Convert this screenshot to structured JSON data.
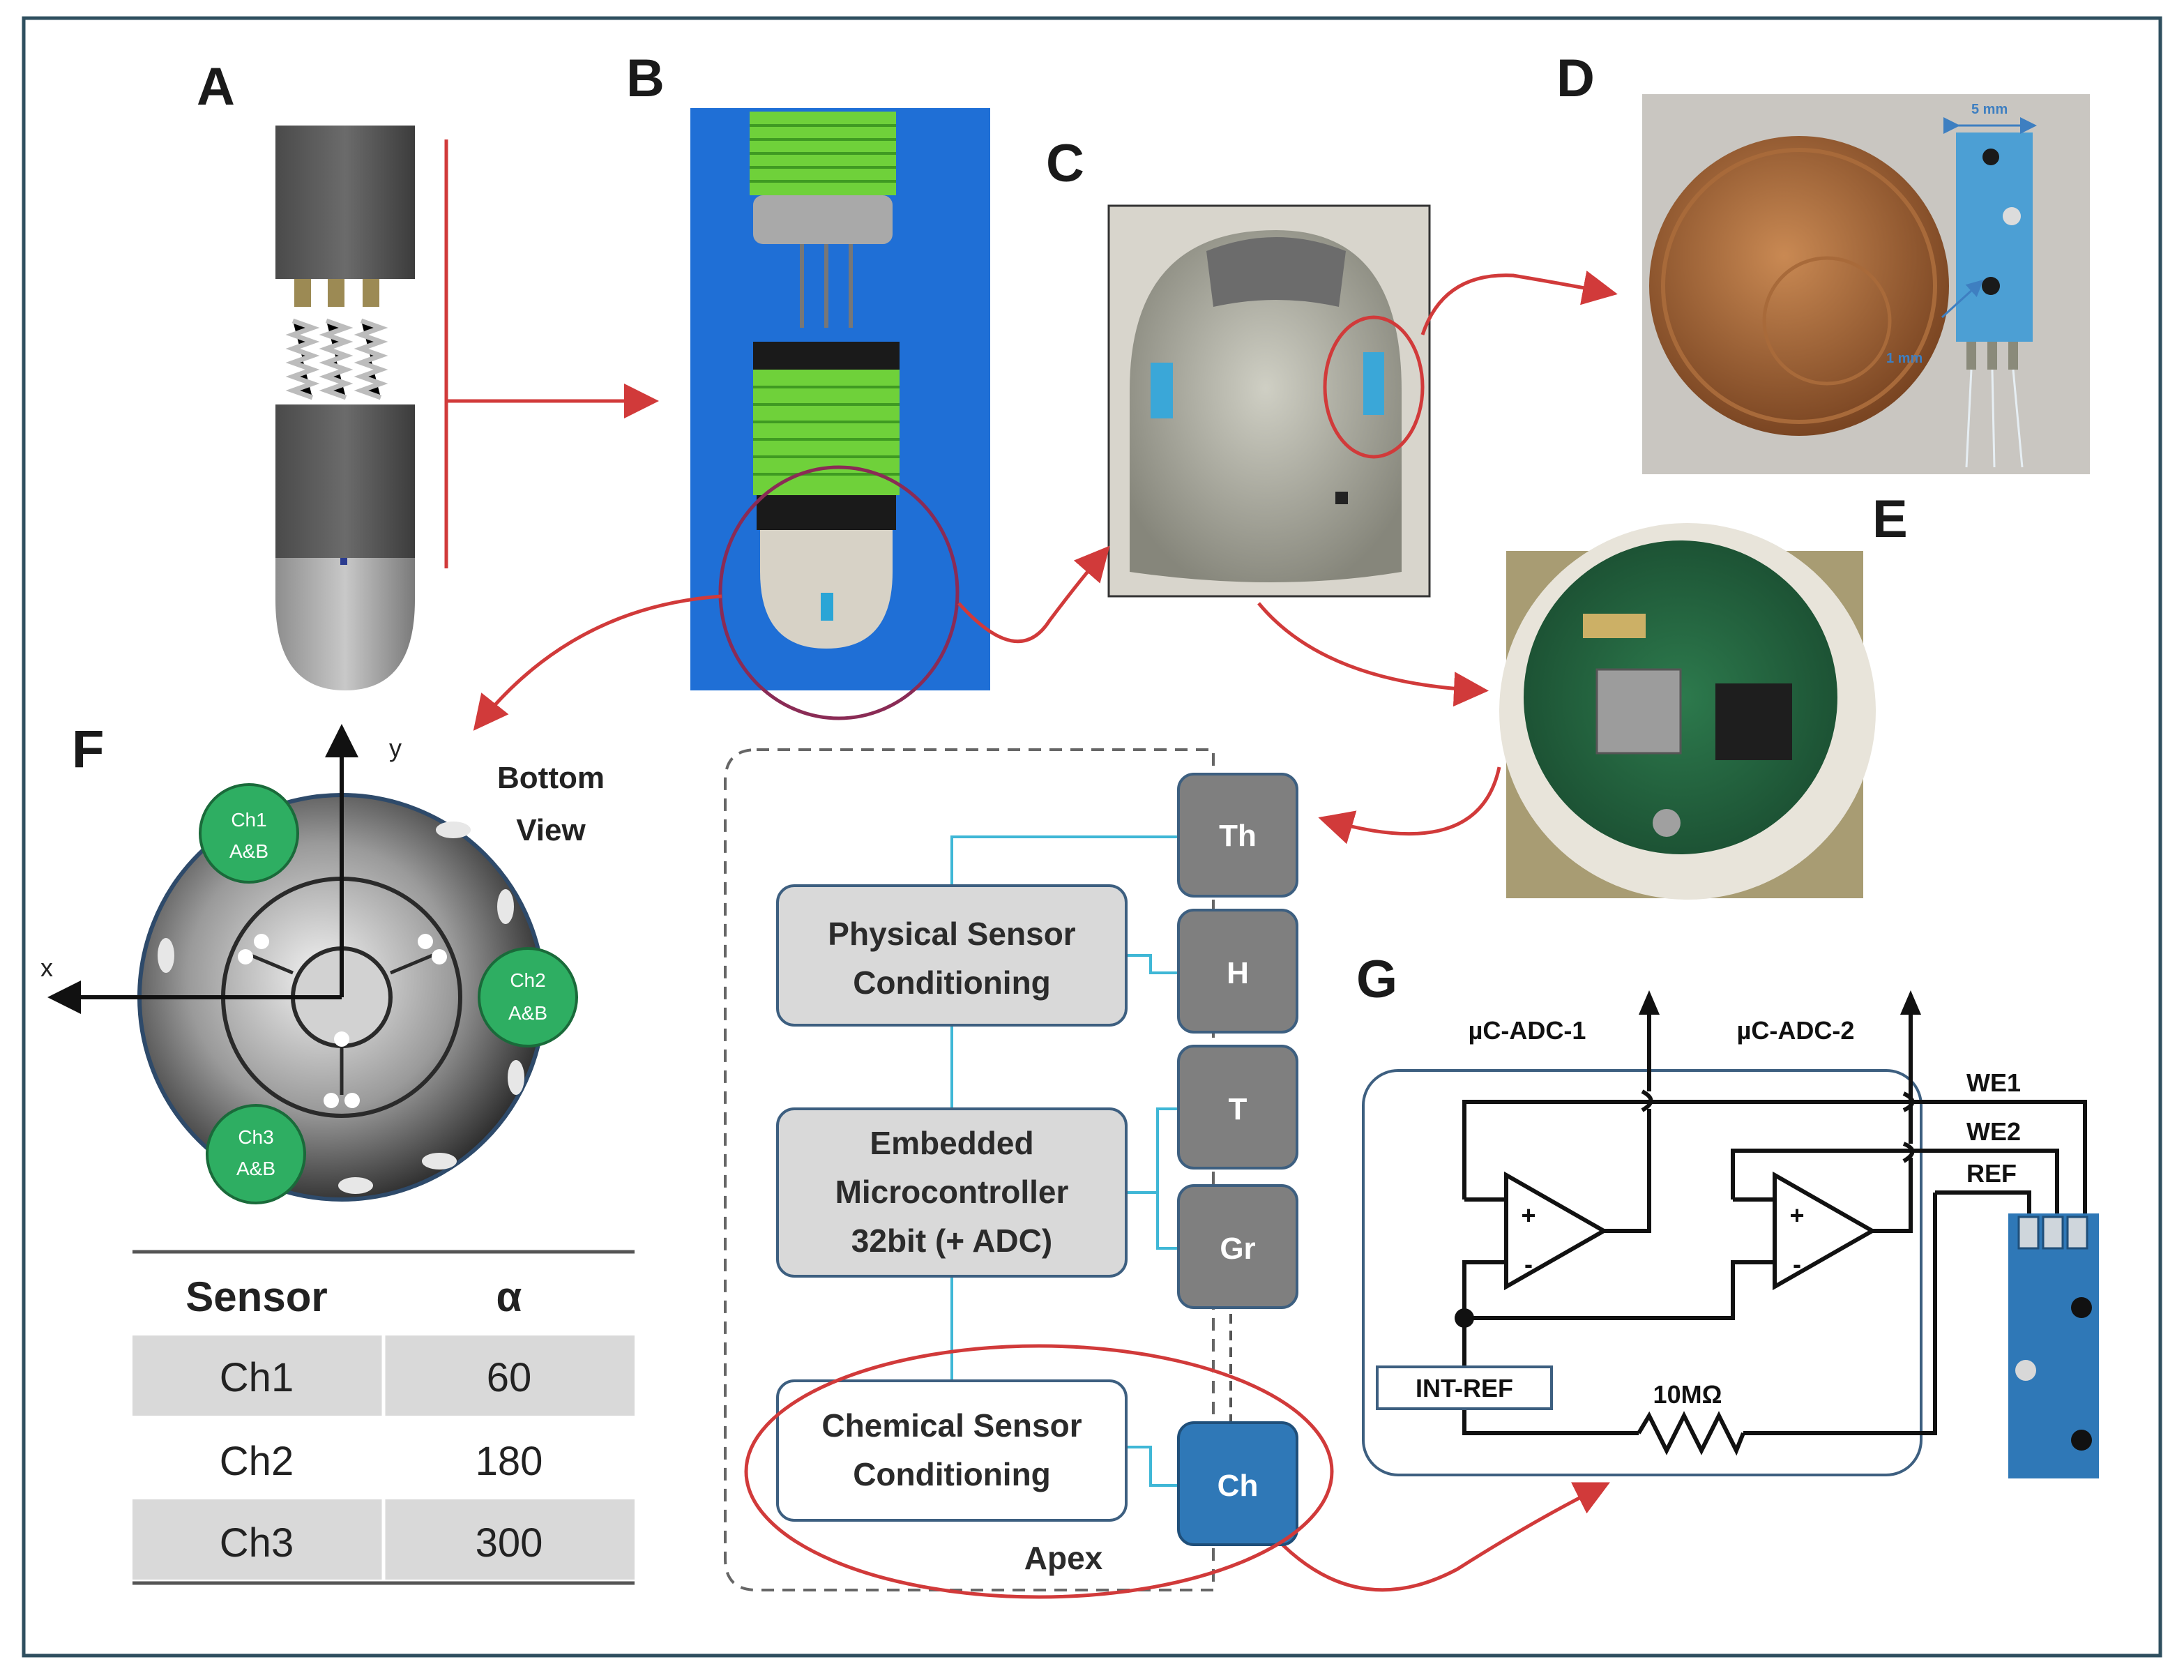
{
  "panels": {
    "A": "A",
    "B": "B",
    "C": "C",
    "D": "D",
    "E": "E",
    "F": "F",
    "G": "G"
  },
  "panel_d": {
    "width_label": "5 mm",
    "gap_label": "1 mm"
  },
  "panel_f": {
    "axis_x": "x",
    "axis_y": "y",
    "bottom_view_line1": "Bottom",
    "bottom_view_line2": "View",
    "channels": [
      {
        "line1": "Ch1",
        "line2": "A&B"
      },
      {
        "line1": "Ch2",
        "line2": "A&B"
      },
      {
        "line1": "Ch3",
        "line2": "A&B"
      }
    ]
  },
  "table": {
    "headers": [
      "Sensor",
      "α"
    ],
    "rows": [
      {
        "sensor": "Ch1",
        "alpha": "60"
      },
      {
        "sensor": "Ch2",
        "alpha": "180"
      },
      {
        "sensor": "Ch3",
        "alpha": "300"
      }
    ]
  },
  "block_diagram": {
    "physical": [
      "Physical Sensor",
      "Conditioning"
    ],
    "micro": [
      "Embedded",
      "Microcontroller",
      "32bit (+ ADC)"
    ],
    "chemical": [
      "Chemical Sensor",
      "Conditioning"
    ],
    "sensors": [
      "Th",
      "H",
      "T",
      "Gr",
      "Ch"
    ],
    "apex": "Apex"
  },
  "circuit": {
    "adc1": "µC-ADC-1",
    "adc2": "µC-ADC-2",
    "we1": "WE1",
    "we2": "WE2",
    "ref": "REF",
    "int_ref": "INT-REF",
    "resistor": "10MΩ",
    "plus": "+",
    "minus": "-"
  },
  "colors": {
    "arrow_red": "#d13a3a",
    "sensor_blue": "#2f78b7",
    "sensor_gray": "#7f7f7f",
    "block_gray": "#d9d9d9",
    "block_border": "#3d5f80",
    "bus_cyan": "#3fb7d6",
    "channel_green": "#2eae62"
  }
}
